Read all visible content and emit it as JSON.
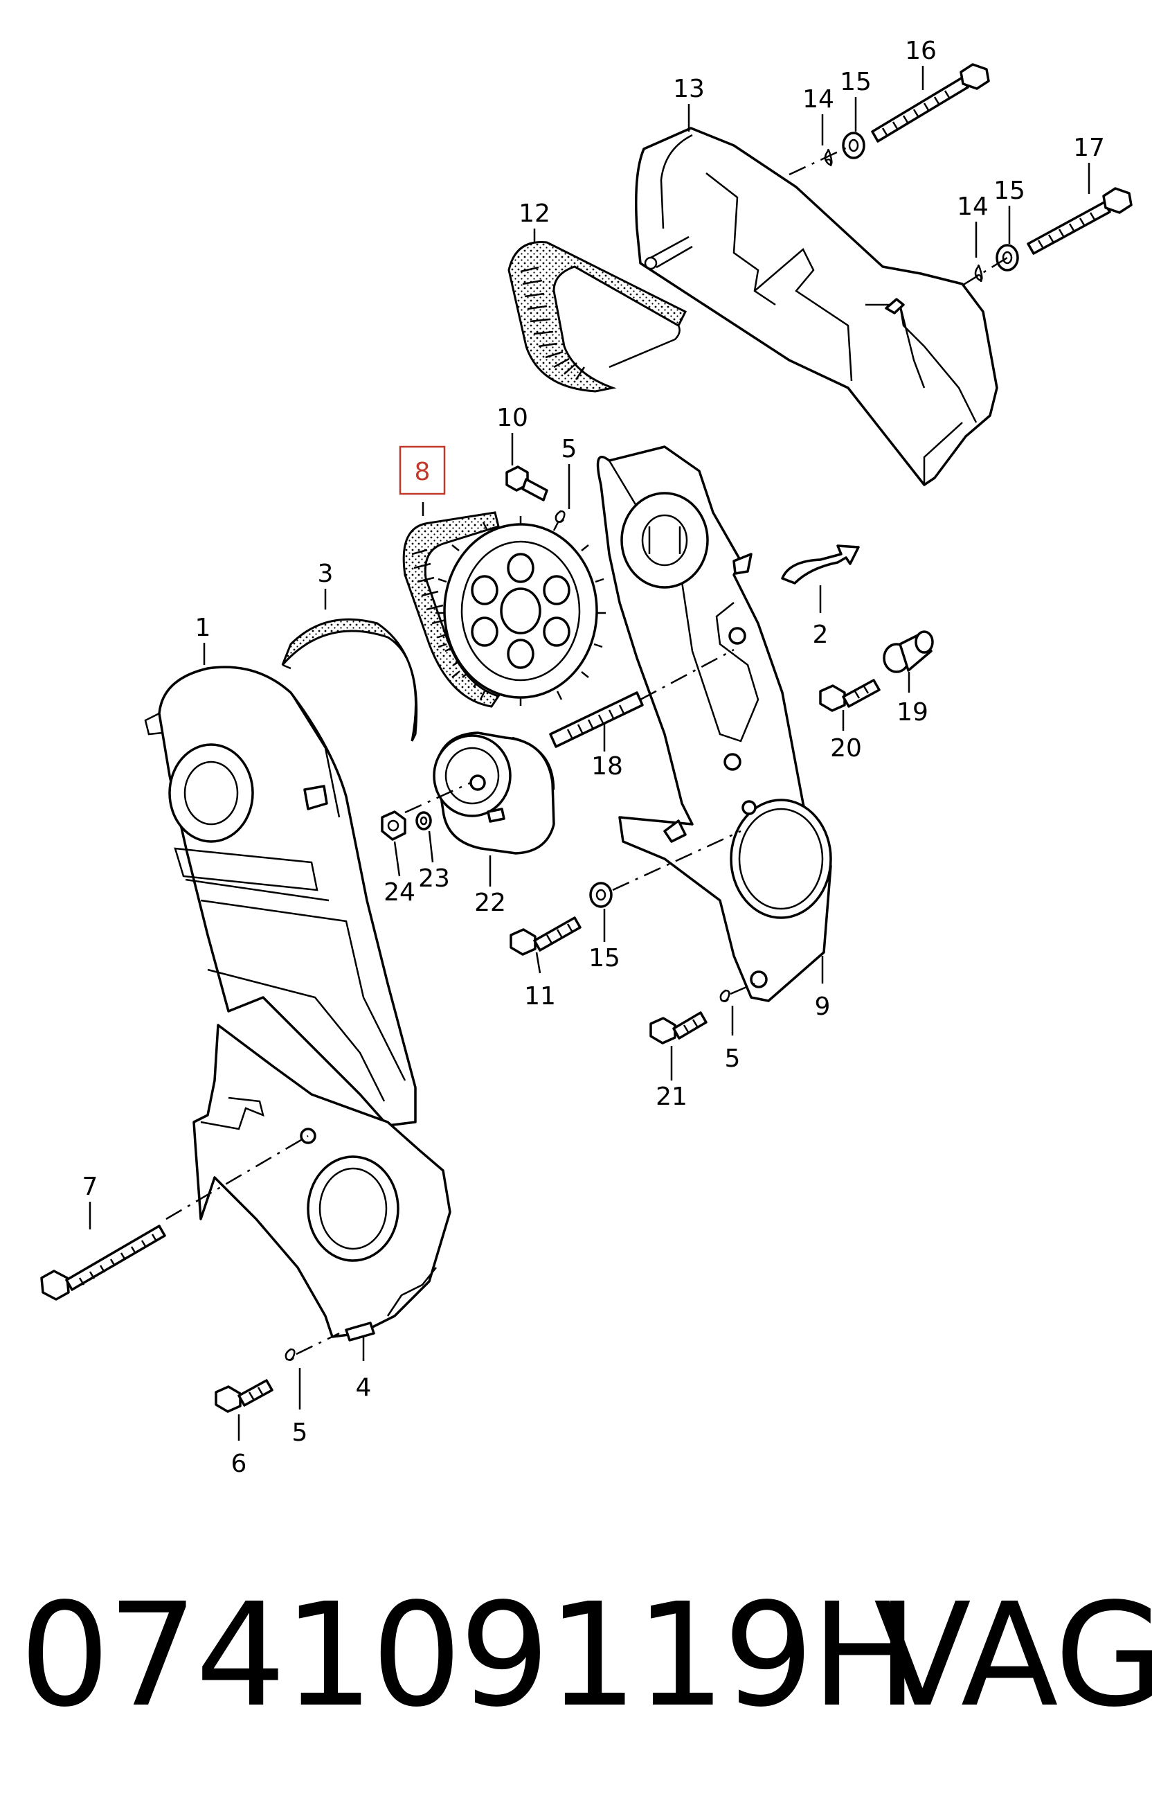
{
  "highlighted_label": "8",
  "labels": [
    {
      "id": "1",
      "text": "1"
    },
    {
      "id": "2",
      "text": "2"
    },
    {
      "id": "3",
      "text": "3"
    },
    {
      "id": "4",
      "text": "4"
    },
    {
      "id": "5a",
      "text": "5"
    },
    {
      "id": "5b",
      "text": "5"
    },
    {
      "id": "5c",
      "text": "5"
    },
    {
      "id": "6",
      "text": "6"
    },
    {
      "id": "7",
      "text": "7"
    },
    {
      "id": "8",
      "text": "8"
    },
    {
      "id": "9",
      "text": "9"
    },
    {
      "id": "10",
      "text": "10"
    },
    {
      "id": "11",
      "text": "11"
    },
    {
      "id": "12",
      "text": "12"
    },
    {
      "id": "13",
      "text": "13"
    },
    {
      "id": "14a",
      "text": "14"
    },
    {
      "id": "14b",
      "text": "14"
    },
    {
      "id": "15a",
      "text": "15"
    },
    {
      "id": "15b",
      "text": "15"
    },
    {
      "id": "15c",
      "text": "15"
    },
    {
      "id": "16",
      "text": "16"
    },
    {
      "id": "17",
      "text": "17"
    },
    {
      "id": "18",
      "text": "18"
    },
    {
      "id": "19",
      "text": "19"
    },
    {
      "id": "20",
      "text": "20"
    },
    {
      "id": "21",
      "text": "21"
    },
    {
      "id": "22",
      "text": "22"
    },
    {
      "id": "23",
      "text": "23"
    },
    {
      "id": "24",
      "text": "24"
    }
  ],
  "caption": {
    "part_number": "074109119H",
    "brand": "VAG"
  }
}
